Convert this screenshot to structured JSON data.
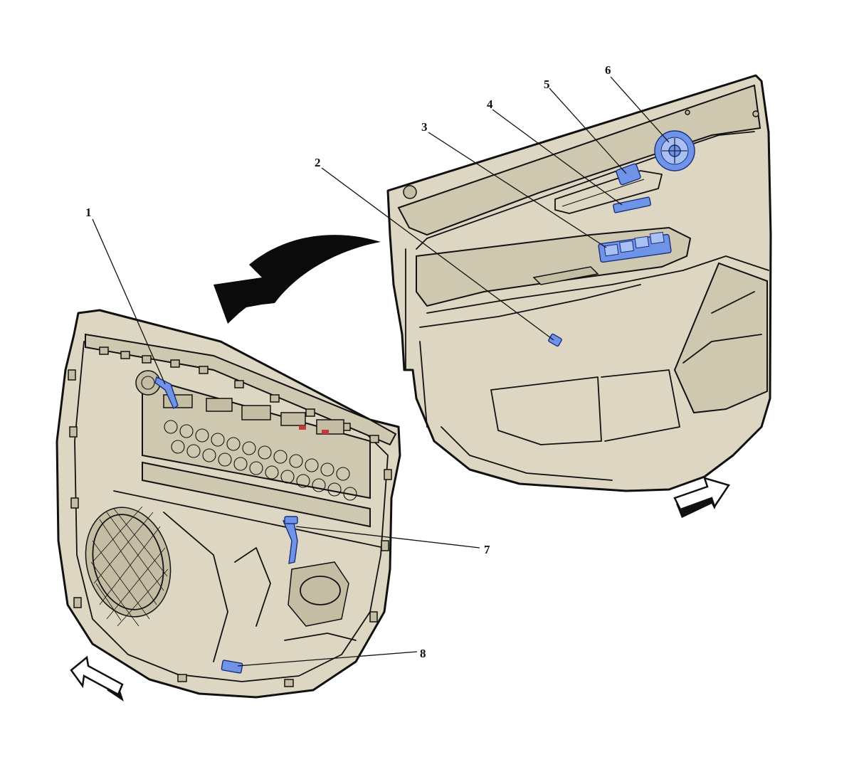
{
  "callouts": [
    {
      "id": "1",
      "label": "1"
    },
    {
      "id": "2",
      "label": "2"
    },
    {
      "id": "3",
      "label": "3"
    },
    {
      "id": "4",
      "label": "4"
    },
    {
      "id": "5",
      "label": "5"
    },
    {
      "id": "6",
      "label": "6"
    },
    {
      "id": "7",
      "label": "7"
    },
    {
      "id": "8",
      "label": "8"
    }
  ],
  "colors": {
    "panel": "#dcd6c2",
    "highlight": "#6f93e6",
    "ink": "#111111"
  },
  "icons": {
    "rotation_arrow": "curved-arrow-icon",
    "forward_arrow_right": "forward-arrow-icon",
    "forward_arrow_left": "forward-arrow-icon"
  }
}
